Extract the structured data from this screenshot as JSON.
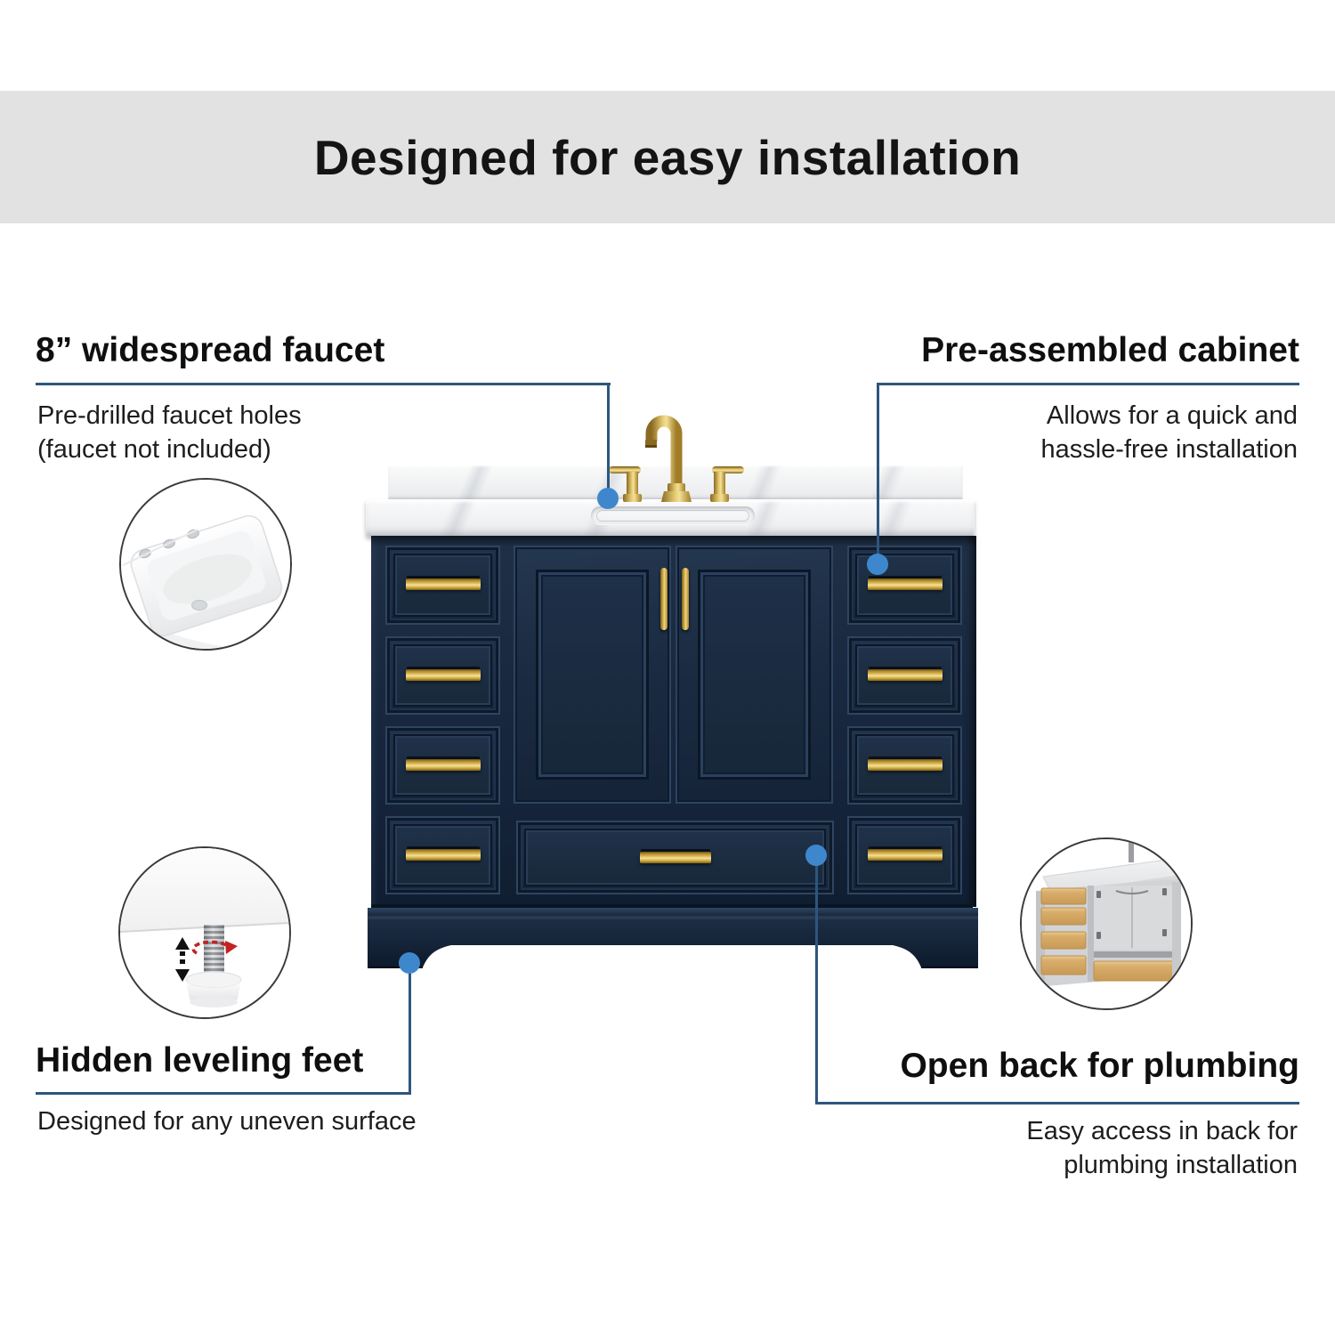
{
  "banner": {
    "title": "Designed for easy installation"
  },
  "callouts": {
    "faucet": {
      "title": "8” widespread faucet",
      "lines": [
        "Pre-drilled faucet holes",
        "(faucet not included)"
      ]
    },
    "cabinet": {
      "title": "Pre-assembled cabinet",
      "lines": [
        "Allows for  a quick and",
        "hassle-free installation"
      ]
    },
    "feet": {
      "title": "Hidden leveling feet",
      "lines": [
        "Designed for any uneven surface"
      ]
    },
    "plumbing": {
      "title": "Open back for plumbing",
      "lines": [
        "Easy access in back for",
        "plumbing installation"
      ]
    }
  },
  "icons": {
    "sink_inset": "sink-underside-with-three-faucet-holes",
    "foot_inset": "adjustable-leveling-foot",
    "back_inset": "cabinet-open-back-view"
  },
  "colors": {
    "banner_bg": "#e2e2e2",
    "line_blue": "#2d567e",
    "dot_blue": "#3f87cd",
    "navy": "#1c2b3e",
    "gold": "#d7b457",
    "marble": "#f1f2f3"
  }
}
